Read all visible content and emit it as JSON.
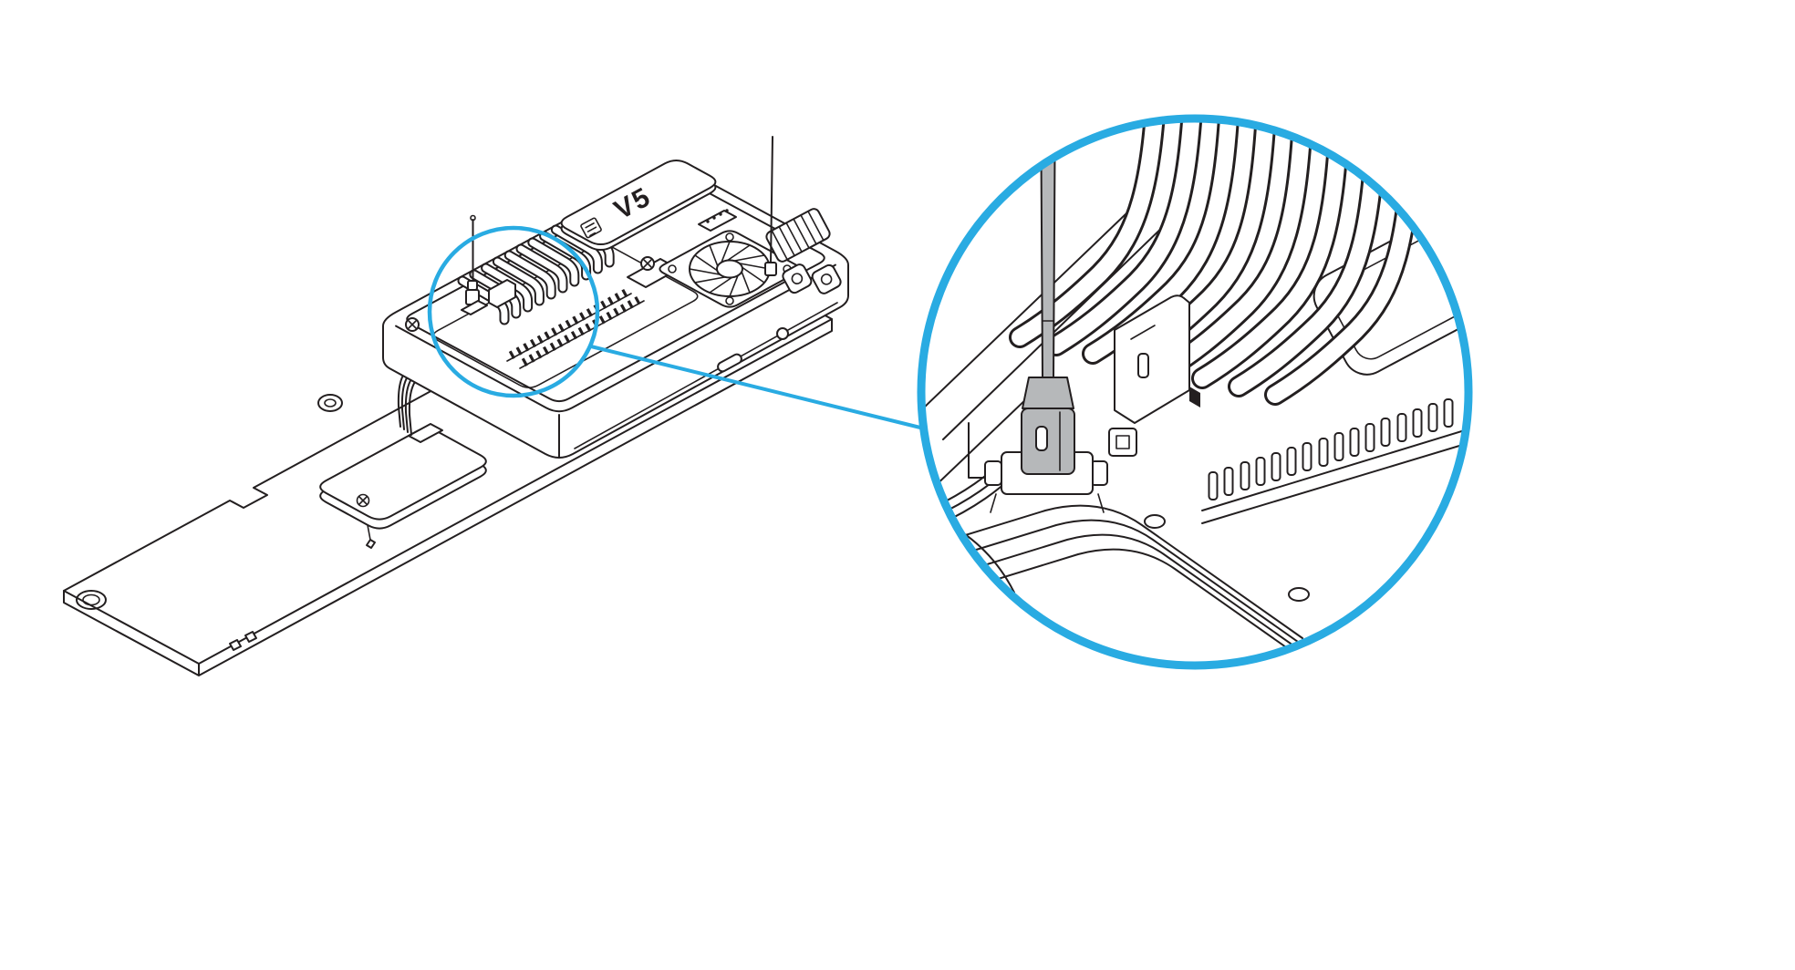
{
  "figure": {
    "type": "technical-line-illustration",
    "subject": "device-assembly-with-magnified-connector-detail",
    "labels": {
      "module": "V5"
    },
    "colors": {
      "line": "#231f20",
      "accent": "#29abe2",
      "metal": "#b6b8ba",
      "background": "#ffffff"
    },
    "callout": {
      "style": "magnifier-circle",
      "shows": "antenna-plug-heatsink-detail"
    }
  }
}
